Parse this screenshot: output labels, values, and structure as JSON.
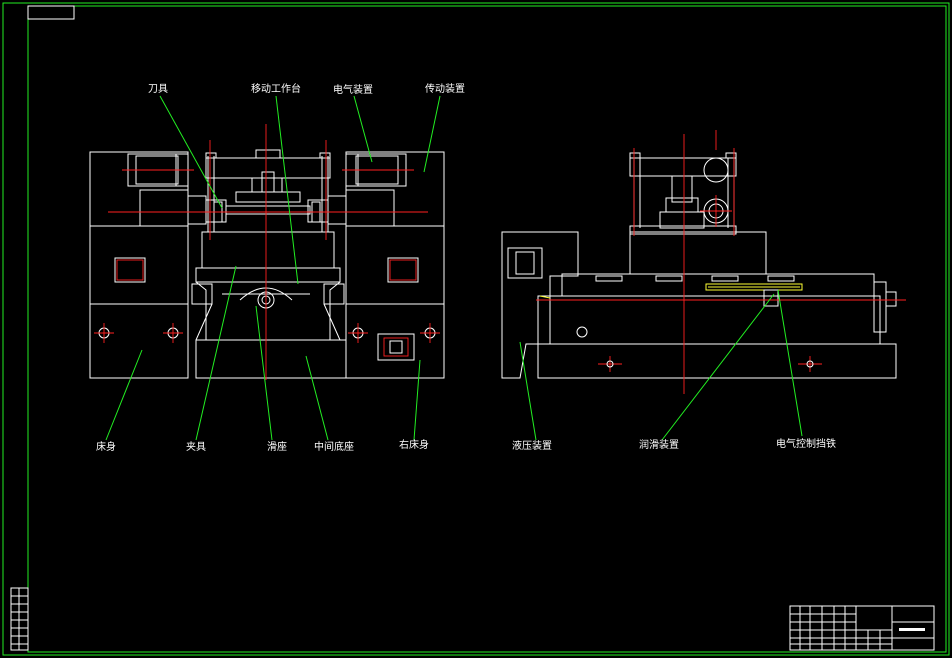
{
  "labels": {
    "tool": "刀具",
    "moving_table": "移动工作台",
    "electrical_device": "电气装置",
    "transmission_device": "传动装置",
    "bed_body": "床身",
    "fixture": "夹具",
    "slide_seat": "滑座",
    "middle_base": "中间底座",
    "right_bed_body": "右床身",
    "hydraulic_device": "液压装置",
    "lubrication_device": "润滑装置",
    "electrical_stop": "电气控制挡铁"
  },
  "colors": {
    "background": "#000000",
    "outline": "#ffffff",
    "centerline": "#ff2020",
    "leader": "#22ee22",
    "frame": "#22ee22",
    "accent": "#ffff33"
  }
}
